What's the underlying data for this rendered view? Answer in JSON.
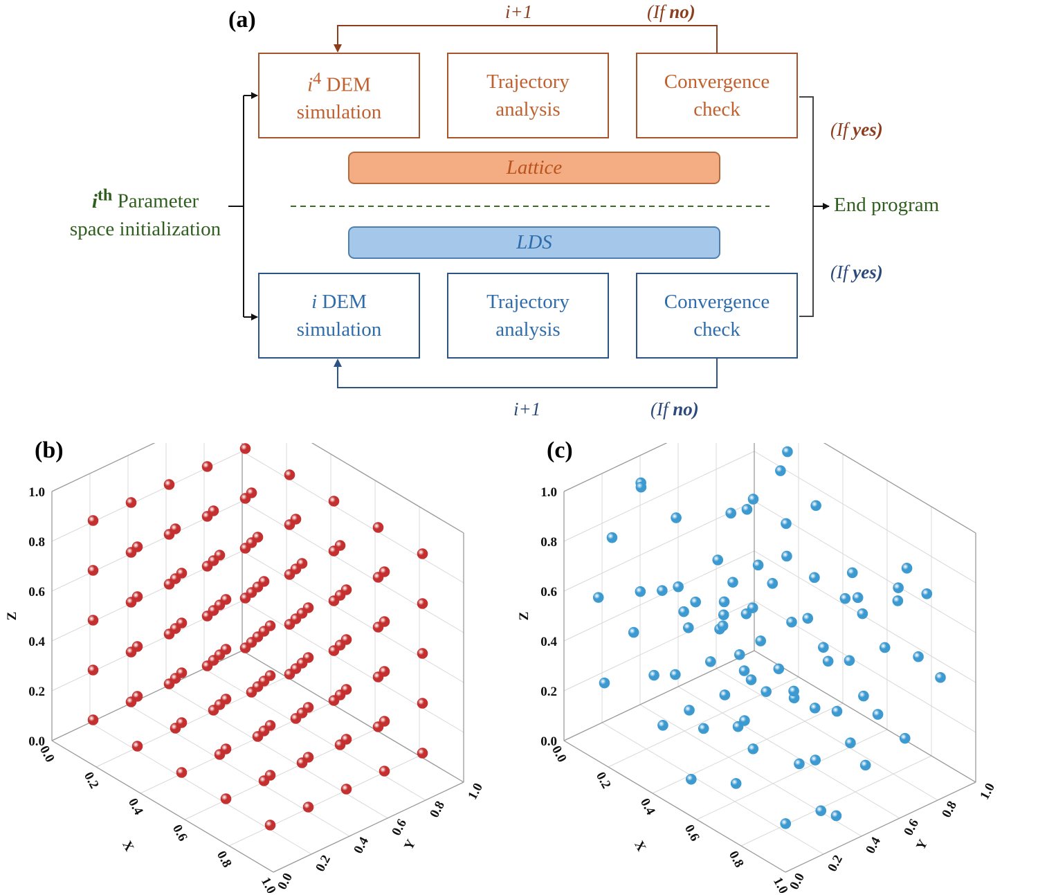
{
  "panel_a": {
    "label": "(a)",
    "parameter_init": {
      "sup": "th",
      "line1_rest": "Parameter",
      "line2": "space initialization"
    },
    "end_program": "End program",
    "lattice": {
      "boxes": [
        {
          "line1_sup": "4",
          "line1_rest": " DEM",
          "line2": "simulation"
        },
        {
          "line1": "Trajectory",
          "line2": "analysis"
        },
        {
          "line1": "Convergence",
          "line2": "check"
        }
      ],
      "bar_label": "Lattice",
      "loop_label": "i+1",
      "if_no_prefix": "(If ",
      "if_no_bold": "no)",
      "if_yes_prefix": "(If ",
      "if_yes_bold": "yes)"
    },
    "lds": {
      "boxes": [
        {
          "line1_italic": "i",
          "line1_rest": " DEM",
          "line2": "simulation"
        },
        {
          "line1": "Trajectory",
          "line2": "analysis"
        },
        {
          "line1": "Convergence",
          "line2": "check"
        }
      ],
      "bar_label": "LDS",
      "loop_label": "i+1",
      "if_no_prefix": "(If ",
      "if_no_bold": "no)",
      "if_yes_prefix": "(If ",
      "if_yes_bold": "yes)"
    },
    "colors": {
      "lattice": "#c0602e",
      "lds": "#2f6cab",
      "green": "#2f5e1e"
    }
  },
  "panel_b": {
    "label": "(b)"
  },
  "panel_c": {
    "label": "(c)"
  },
  "chart_data": [
    {
      "type": "scatter",
      "title": "",
      "xlabel": "X",
      "ylabel": "Y",
      "zlabel": "Z",
      "xlim": [
        0,
        1
      ],
      "ylim": [
        0,
        1
      ],
      "zlim": [
        0,
        1
      ],
      "xticks": [
        "0.0",
        "0.2",
        "0.4",
        "0.6",
        "0.8",
        "1.0"
      ],
      "yticks": [
        "0.0",
        "0.2",
        "0.4",
        "0.6",
        "0.8",
        "1.0"
      ],
      "zticks": [
        "0.0",
        "0.2",
        "0.4",
        "0.6",
        "0.8",
        "1.0"
      ],
      "grid": true,
      "marker_color": "#c42f2f",
      "sampling": "regular lattice",
      "x": [
        0.1,
        0.3,
        0.5,
        0.7,
        0.9,
        0.1,
        0.3,
        0.5,
        0.7,
        0.9,
        0.1,
        0.3,
        0.5,
        0.7,
        0.9,
        0.1,
        0.3,
        0.5,
        0.7,
        0.9,
        0.1,
        0.3,
        0.5,
        0.7,
        0.9,
        0.1,
        0.3,
        0.5,
        0.7,
        0.9,
        0.1,
        0.3,
        0.5,
        0.7,
        0.9,
        0.1,
        0.3,
        0.5,
        0.7,
        0.9,
        0.1,
        0.3,
        0.5,
        0.7,
        0.9,
        0.1,
        0.3,
        0.5,
        0.7,
        0.9,
        0.1,
        0.3,
        0.5,
        0.7,
        0.9,
        0.1,
        0.3,
        0.5,
        0.7,
        0.9,
        0.1,
        0.3,
        0.5,
        0.7,
        0.9,
        0.1,
        0.3,
        0.5,
        0.7,
        0.9,
        0.1,
        0.3,
        0.5,
        0.7,
        0.9,
        0.1,
        0.3,
        0.5,
        0.7,
        0.9,
        0.1,
        0.3,
        0.5,
        0.7,
        0.9,
        0.1,
        0.3,
        0.5,
        0.7,
        0.9,
        0.1,
        0.3,
        0.5,
        0.7,
        0.9,
        0.1,
        0.3,
        0.5,
        0.7,
        0.9,
        0.1,
        0.3,
        0.5,
        0.7,
        0.9,
        0.1,
        0.3,
        0.5,
        0.7,
        0.9,
        0.1,
        0.3,
        0.5,
        0.7,
        0.9,
        0.1,
        0.3,
        0.5,
        0.7,
        0.9,
        0.1,
        0.3,
        0.5,
        0.7,
        0.9
      ],
      "y": [
        0.1,
        0.1,
        0.1,
        0.1,
        0.1,
        0.3,
        0.3,
        0.3,
        0.3,
        0.3,
        0.5,
        0.5,
        0.5,
        0.5,
        0.5,
        0.7,
        0.7,
        0.7,
        0.7,
        0.7,
        0.9,
        0.9,
        0.9,
        0.9,
        0.9,
        0.1,
        0.1,
        0.1,
        0.1,
        0.1,
        0.3,
        0.3,
        0.3,
        0.3,
        0.3,
        0.5,
        0.5,
        0.5,
        0.5,
        0.5,
        0.7,
        0.7,
        0.7,
        0.7,
        0.7,
        0.9,
        0.9,
        0.9,
        0.9,
        0.9,
        0.1,
        0.1,
        0.1,
        0.1,
        0.1,
        0.3,
        0.3,
        0.3,
        0.3,
        0.3,
        0.5,
        0.5,
        0.5,
        0.5,
        0.5,
        0.7,
        0.7,
        0.7,
        0.7,
        0.7,
        0.9,
        0.9,
        0.9,
        0.9,
        0.9,
        0.1,
        0.1,
        0.1,
        0.1,
        0.1,
        0.3,
        0.3,
        0.3,
        0.3,
        0.3,
        0.5,
        0.5,
        0.5,
        0.5,
        0.5,
        0.7,
        0.7,
        0.7,
        0.7,
        0.7,
        0.9,
        0.9,
        0.9,
        0.9,
        0.9,
        0.1,
        0.1,
        0.1,
        0.1,
        0.1,
        0.3,
        0.3,
        0.3,
        0.3,
        0.3,
        0.5,
        0.5,
        0.5,
        0.5,
        0.5,
        0.7,
        0.7,
        0.7,
        0.7,
        0.7,
        0.9,
        0.9,
        0.9,
        0.9,
        0.9
      ],
      "z": [
        0.1,
        0.1,
        0.1,
        0.1,
        0.1,
        0.1,
        0.1,
        0.1,
        0.1,
        0.1,
        0.1,
        0.1,
        0.1,
        0.1,
        0.1,
        0.1,
        0.1,
        0.1,
        0.1,
        0.1,
        0.1,
        0.1,
        0.1,
        0.1,
        0.1,
        0.3,
        0.3,
        0.3,
        0.3,
        0.3,
        0.3,
        0.3,
        0.3,
        0.3,
        0.3,
        0.3,
        0.3,
        0.3,
        0.3,
        0.3,
        0.3,
        0.3,
        0.3,
        0.3,
        0.3,
        0.3,
        0.3,
        0.3,
        0.3,
        0.3,
        0.5,
        0.5,
        0.5,
        0.5,
        0.5,
        0.5,
        0.5,
        0.5,
        0.5,
        0.5,
        0.5,
        0.5,
        0.5,
        0.5,
        0.5,
        0.5,
        0.5,
        0.5,
        0.5,
        0.5,
        0.5,
        0.5,
        0.5,
        0.5,
        0.5,
        0.7,
        0.7,
        0.7,
        0.7,
        0.7,
        0.7,
        0.7,
        0.7,
        0.7,
        0.7,
        0.7,
        0.7,
        0.7,
        0.7,
        0.7,
        0.7,
        0.7,
        0.7,
        0.7,
        0.7,
        0.7,
        0.7,
        0.7,
        0.7,
        0.7,
        0.9,
        0.9,
        0.9,
        0.9,
        0.9,
        0.9,
        0.9,
        0.9,
        0.9,
        0.9,
        0.9,
        0.9,
        0.9,
        0.9,
        0.9,
        0.9,
        0.9,
        0.9,
        0.9,
        0.9,
        0.9,
        0.9,
        0.9,
        0.9,
        0.9
      ]
    },
    {
      "type": "scatter",
      "title": "",
      "xlabel": "X",
      "ylabel": "Y",
      "zlabel": "Z",
      "xlim": [
        0,
        1
      ],
      "ylim": [
        0,
        1
      ],
      "zlim": [
        0,
        1
      ],
      "xticks": [
        "0.0",
        "0.2",
        "0.4",
        "0.6",
        "0.8",
        "1.0"
      ],
      "yticks": [
        "0.0",
        "0.2",
        "0.4",
        "0.6",
        "0.8",
        "1.0"
      ],
      "zticks": [
        "0.0",
        "0.2",
        "0.4",
        "0.6",
        "0.8",
        "1.0"
      ],
      "grid": true,
      "marker_color": "#3d9ad1",
      "sampling": "low-discrepancy sequence",
      "x": [
        0.5,
        0.25,
        0.75,
        0.125,
        0.625,
        0.375,
        0.875,
        0.0625,
        0.5625,
        0.3125,
        0.8125,
        0.1875,
        0.6875,
        0.4375,
        0.9375,
        0.03125,
        0.53125,
        0.28125,
        0.78125,
        0.15625,
        0.65625,
        0.40625,
        0.90625,
        0.09375,
        0.59375,
        0.34375,
        0.84375,
        0.21875,
        0.71875,
        0.46875,
        0.96875,
        0.015625,
        0.515625,
        0.265625,
        0.765625,
        0.140625,
        0.640625,
        0.390625,
        0.890625,
        0.078125,
        0.578125,
        0.328125,
        0.828125,
        0.203125,
        0.703125,
        0.453125,
        0.953125,
        0.046875,
        0.546875,
        0.296875,
        0.796875,
        0.171875,
        0.671875,
        0.421875,
        0.921875,
        0.109375,
        0.609375,
        0.359375,
        0.859375,
        0.234375,
        0.734375,
        0.484375,
        0.984375,
        0.0078125,
        0.5078125,
        0.2578125,
        0.7578125,
        0.1328125,
        0.6328125,
        0.3828125,
        0.8828125,
        0.0703125,
        0.5703125,
        0.3203125,
        0.8203125,
        0.1953125,
        0.6953125,
        0.4453125,
        0.9453125,
        0.0390625
      ],
      "y": [
        0.333,
        0.667,
        0.111,
        0.444,
        0.778,
        0.222,
        0.556,
        0.889,
        0.037,
        0.37,
        0.704,
        0.148,
        0.481,
        0.815,
        0.259,
        0.593,
        0.926,
        0.074,
        0.407,
        0.741,
        0.185,
        0.519,
        0.852,
        0.296,
        0.63,
        0.963,
        0.012,
        0.346,
        0.679,
        0.123,
        0.457,
        0.79,
        0.235,
        0.568,
        0.901,
        0.049,
        0.383,
        0.716,
        0.16,
        0.494,
        0.827,
        0.272,
        0.605,
        0.938,
        0.086,
        0.42,
        0.753,
        0.198,
        0.531,
        0.864,
        0.309,
        0.642,
        0.975,
        0.025,
        0.358,
        0.691,
        0.136,
        0.469,
        0.802,
        0.247,
        0.58,
        0.914,
        0.062,
        0.395,
        0.728,
        0.173,
        0.506,
        0.84,
        0.284,
        0.617,
        0.951,
        0.099,
        0.432,
        0.765,
        0.21,
        0.543,
        0.877,
        0.321,
        0.654,
        0.988
      ],
      "z": [
        0.2,
        0.4,
        0.6,
        0.8,
        0.04,
        0.24,
        0.44,
        0.64,
        0.84,
        0.08,
        0.28,
        0.48,
        0.68,
        0.88,
        0.12,
        0.32,
        0.52,
        0.72,
        0.92,
        0.16,
        0.36,
        0.56,
        0.76,
        0.96,
        0.008,
        0.208,
        0.408,
        0.608,
        0.808,
        0.048,
        0.248,
        0.448,
        0.648,
        0.848,
        0.088,
        0.288,
        0.488,
        0.688,
        0.888,
        0.128,
        0.328,
        0.528,
        0.728,
        0.928,
        0.168,
        0.368,
        0.568,
        0.768,
        0.968,
        0.016,
        0.216,
        0.416,
        0.616,
        0.816,
        0.056,
        0.256,
        0.456,
        0.656,
        0.856,
        0.096,
        0.296,
        0.496,
        0.696,
        0.896,
        0.136,
        0.336,
        0.536,
        0.736,
        0.936,
        0.176,
        0.376,
        0.576,
        0.776,
        0.976,
        0.024,
        0.224,
        0.424,
        0.624,
        0.824,
        0.064
      ]
    }
  ]
}
